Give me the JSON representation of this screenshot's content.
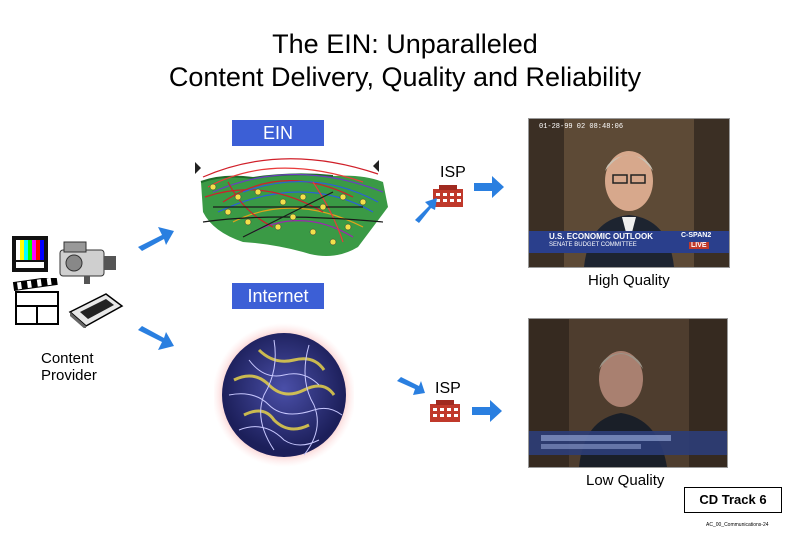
{
  "title": {
    "line1": "The EIN: Unparalleled",
    "line2": "Content Delivery, Quality and Reliability"
  },
  "labels": {
    "ein": "EIN",
    "internet": "Internet",
    "isp_top": "ISP",
    "isp_bottom": "ISP",
    "content_provider_line1": "Content",
    "content_provider_line2": "Provider",
    "high_quality": "High Quality",
    "low_quality": "Low Quality",
    "cd_track": "CD Track 6",
    "footer": "AC_00_Communications-24"
  },
  "video_top": {
    "timestamp": "01-28-99 02 08:48:06",
    "banner_line1": "U.S. ECONOMIC OUTLOOK",
    "banner_line2": "SENATE BUDGET COMMITTEE",
    "channel": "C-SPAN2",
    "live": "LIVE"
  },
  "colors": {
    "label_blue": "#3c5fd6",
    "arrow_blue": "#2a7fe0",
    "building_red": "#c0392b"
  }
}
